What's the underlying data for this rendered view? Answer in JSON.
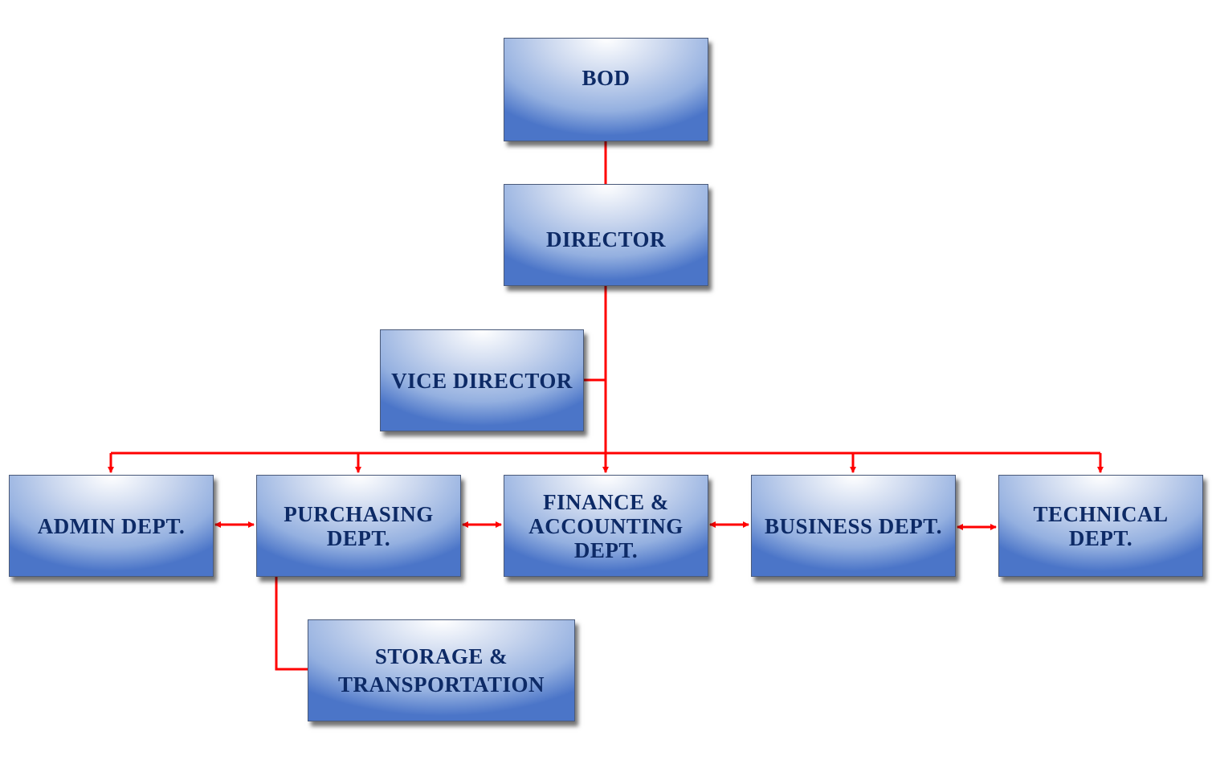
{
  "colors": {
    "connector": "#ff0000",
    "text": "#0d2a66",
    "box_edge": "#4b75c8"
  },
  "nodes": {
    "bod": "BOD",
    "director": "DIRECTOR",
    "vice_director": "VICE DIRECTOR",
    "admin": "ADMIN DEPT.",
    "purchasing": "PURCHASING\nDEPT.",
    "finance": "FINANCE &\nACCOUNTING\nDEPT.",
    "business": "BUSINESS DEPT.",
    "technical": "TECHNICAL\nDEPT.",
    "storage": "STORAGE &\nTRANSPORTATION"
  }
}
